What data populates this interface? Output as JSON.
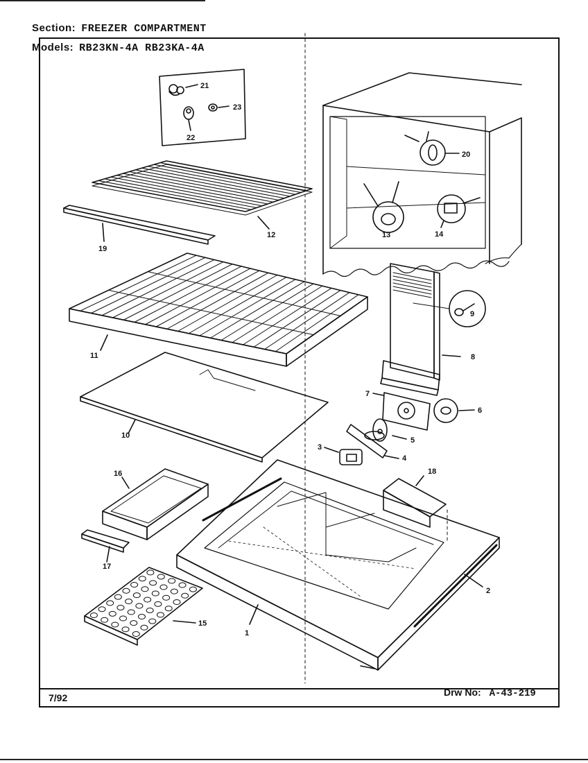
{
  "header": {
    "section_label": "Section:",
    "section_value": "FREEZER COMPARTMENT",
    "models_label": "Models:",
    "models_value": "RB23KN-4A   RB23KA-4A"
  },
  "footer": {
    "date": "7/92",
    "drawing_label": "Drw No:",
    "drawing_number": "A-43-219"
  },
  "callouts": {
    "c1": "1",
    "c2": "2",
    "c3": "3",
    "c4": "4",
    "c5": "5",
    "c6": "6",
    "c7": "7",
    "c8": "8",
    "c9": "9",
    "c10": "10",
    "c11": "11",
    "c12": "12",
    "c13": "13",
    "c14": "14",
    "c15": "15",
    "c16": "16",
    "c17": "17",
    "c18": "18",
    "c19": "19",
    "c20": "20",
    "c21": "21",
    "c22": "22",
    "c23": "23"
  }
}
